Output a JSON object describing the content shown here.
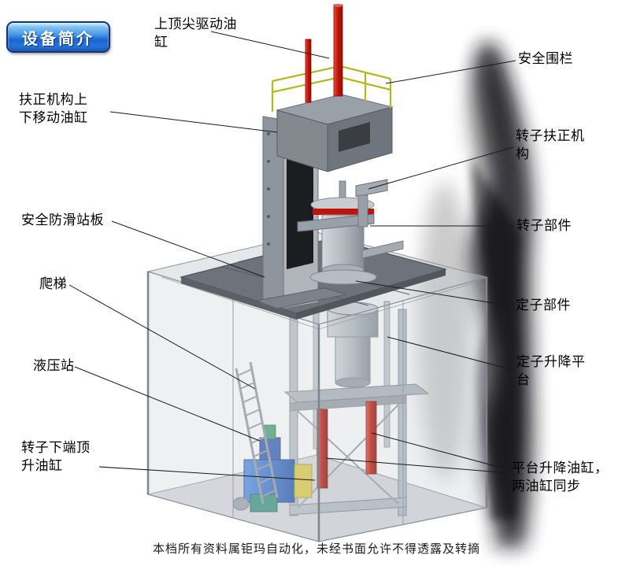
{
  "badge": {
    "label": "设备简介"
  },
  "labels": {
    "top_drive_cylinder": "上顶尖驱动油缸",
    "safety_fence": "安全围栏",
    "straighten_move_cylinder": "扶正机构上下移动油缸",
    "rotor_straighten_mechanism": "转子扶正机构",
    "anti_slip_plate": "安全防滑站板",
    "rotor_component": "转子部件",
    "ladder": "爬梯",
    "stator_component": "定子部件",
    "hydraulic_station": "液压站",
    "stator_lift_platform": "定子升降平台",
    "rotor_bottom_jack_cylinder": "转子下端顶升油缸",
    "platform_lift_cylinders": "平台升降油缸，两油缸同步"
  },
  "footer": {
    "text": "本档所有资料属钜玛自动化，未经书面允许不得透露及转摘"
  },
  "colors": {
    "accent_red": "#c41708",
    "railing_yellow": "#b4b71e",
    "hydraulic_blue": "#2a6fd6",
    "badge_blue": "#2f84e6",
    "machine_gray": "#aeb3ba",
    "platform_dark": "#6e737b"
  }
}
